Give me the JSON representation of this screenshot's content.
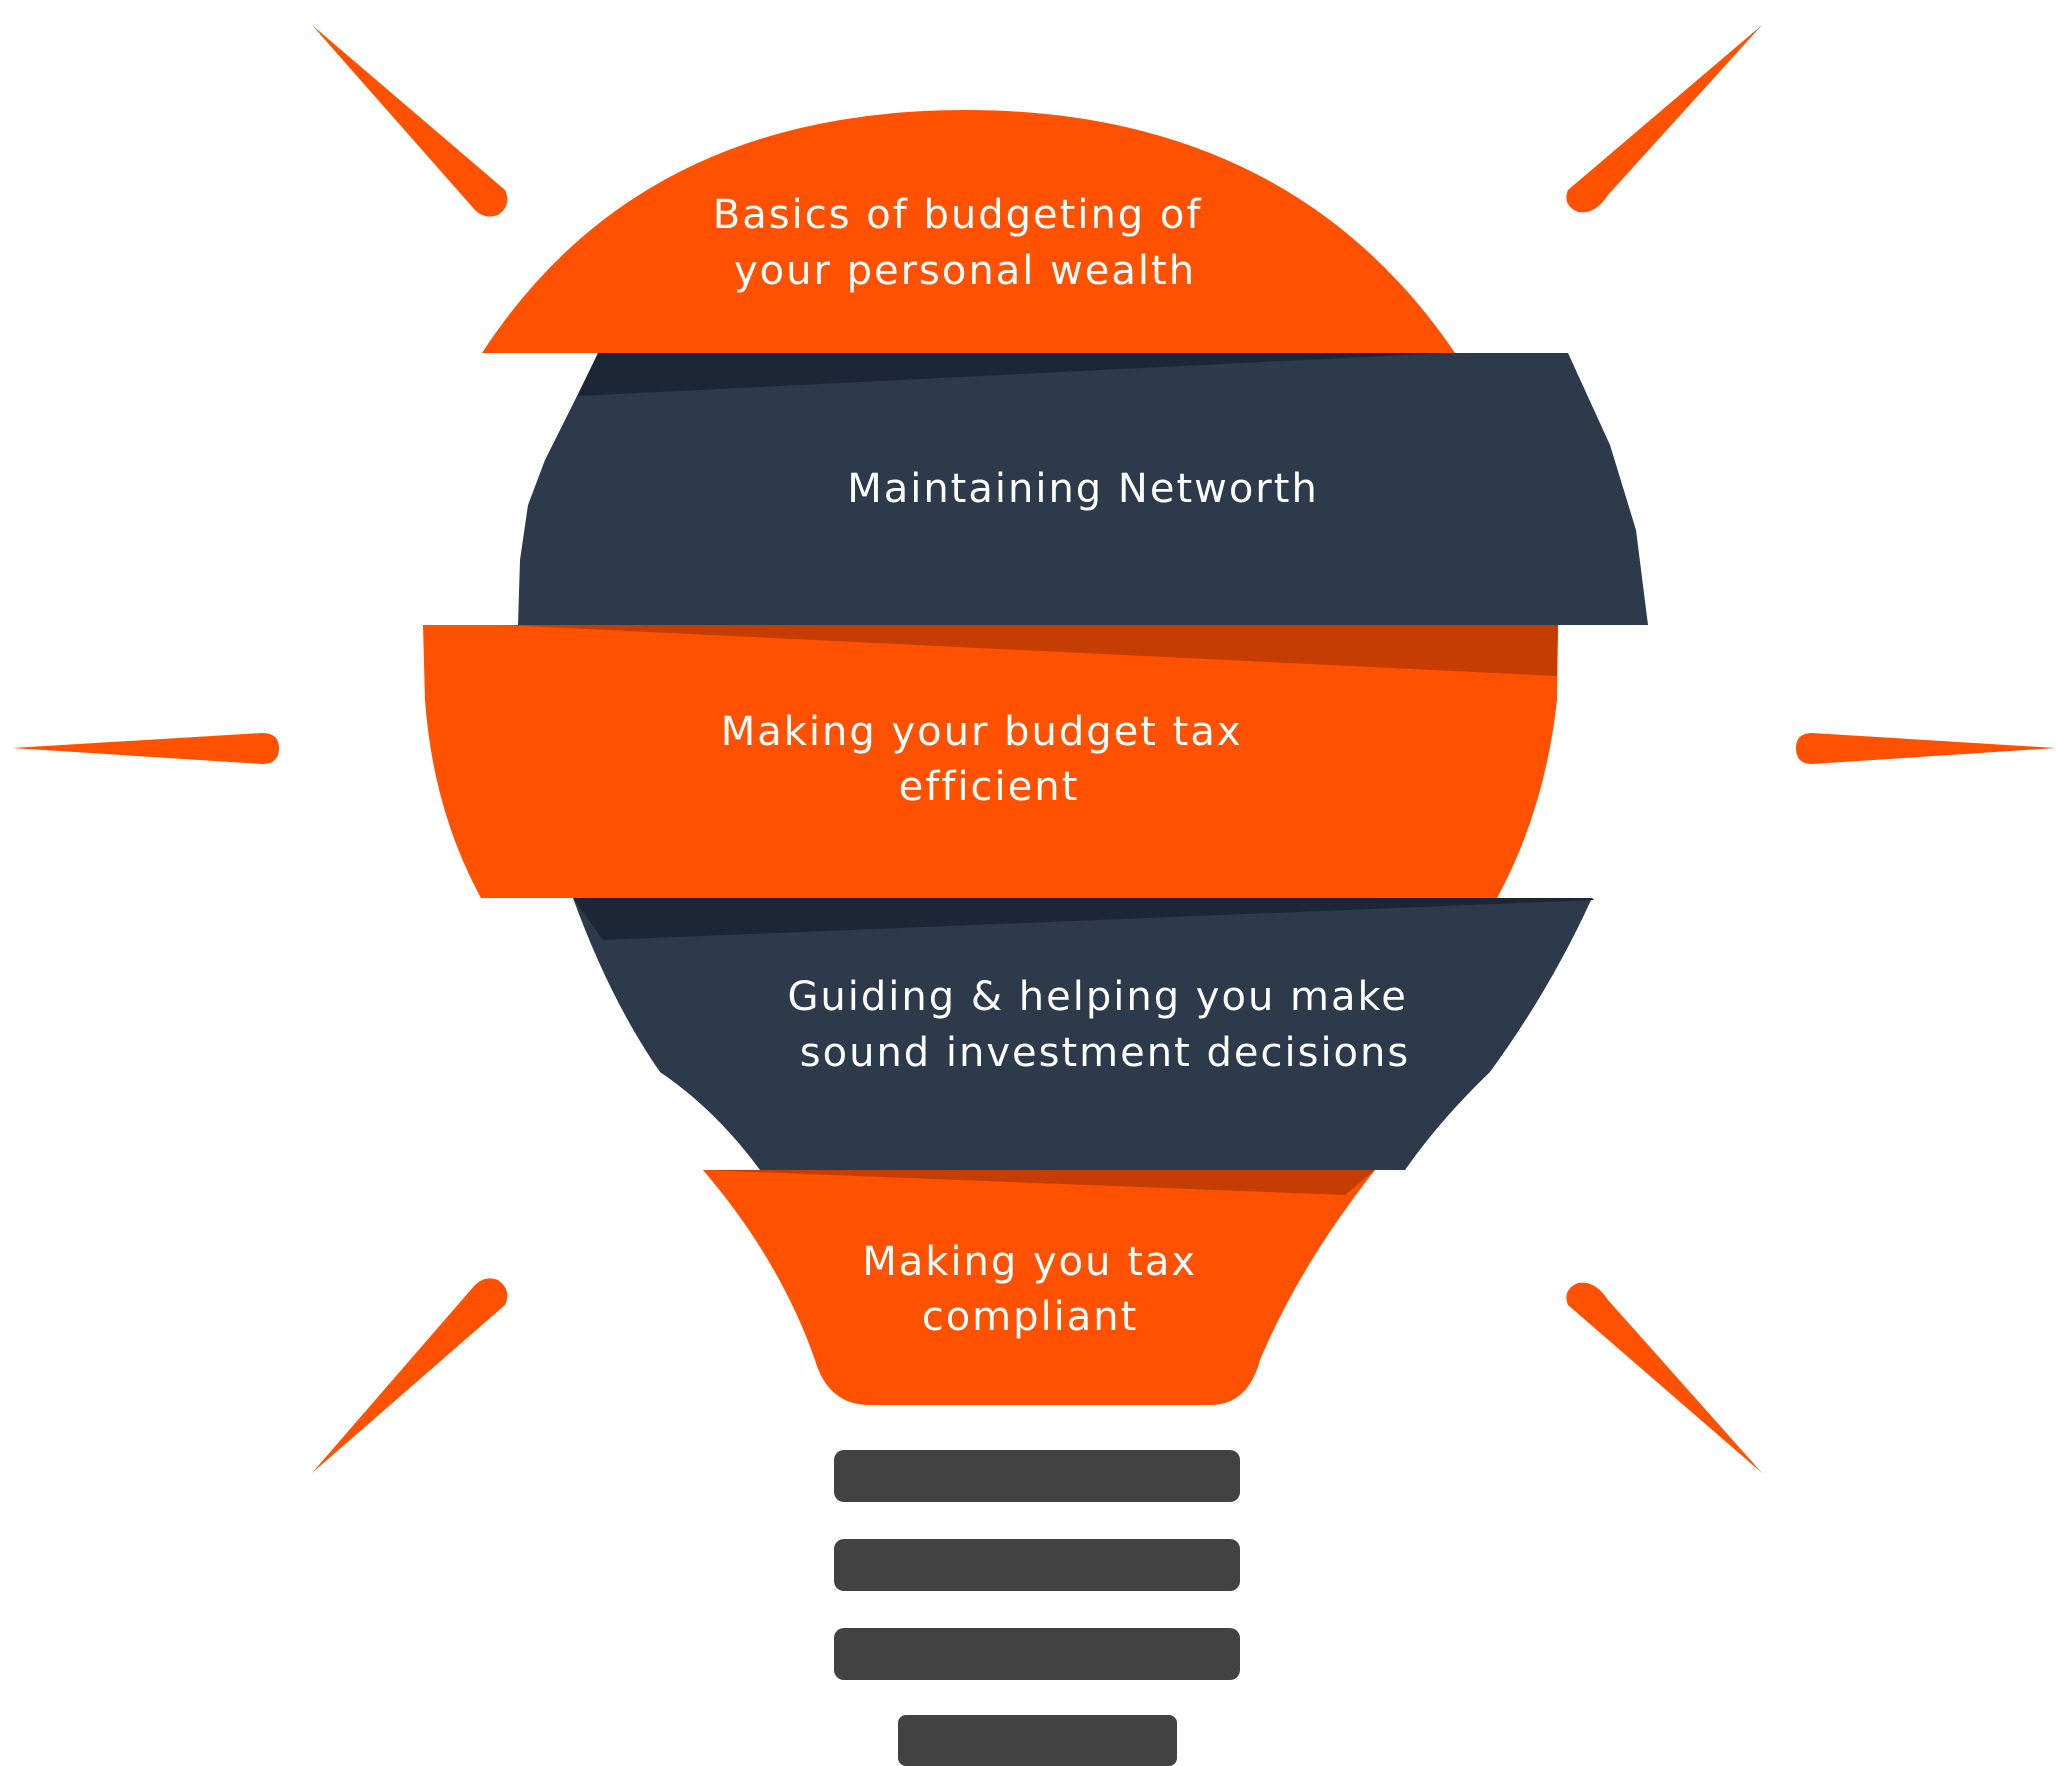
{
  "colors": {
    "accent_orange": "#FF5100",
    "shade_orange": "#C53D01",
    "dark_navy": "#2D3A4B",
    "shade_navy": "#1C2637",
    "base_gray": "#424242",
    "text": "#FFFFFF"
  },
  "bands": [
    {
      "lines": [
        "Basics of budgeting of",
        "your personal wealth"
      ]
    },
    {
      "lines": [
        "Maintaining  Networth"
      ]
    },
    {
      "lines": [
        "Making your budget tax",
        "efficient"
      ]
    },
    {
      "lines": [
        "Guiding & helping you make",
        "sound investment decisions"
      ]
    },
    {
      "lines": [
        "Making you tax",
        "compliant"
      ]
    }
  ],
  "rays": [
    "ray-top-left",
    "ray-top-right",
    "ray-left",
    "ray-right",
    "ray-bottom-left",
    "ray-bottom-right"
  ],
  "base_bars": [
    "base-bar-1",
    "base-bar-2",
    "base-bar-3",
    "base-bar-4"
  ]
}
